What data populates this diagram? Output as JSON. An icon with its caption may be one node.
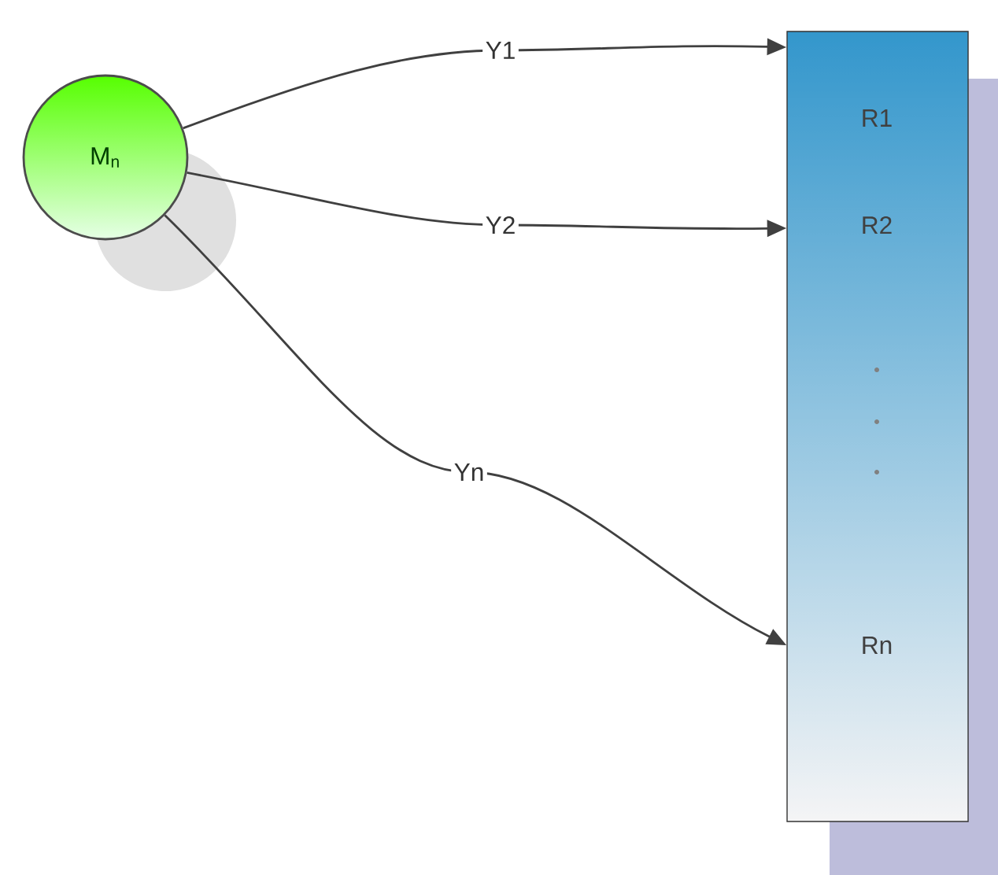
{
  "diagram": {
    "nodes": [
      {
        "text": [
          "M$_{n}$"
        ]
      },
      {
        "text": [
          "R1",
          "R2",
          "Rn"
        ]
      }
    ],
    "edges": [
      {
        "from": 0,
        "to": 1,
        "arrow": "to",
        "label": "Y1"
      },
      {
        "from": 0,
        "to": 1,
        "arrow": "to",
        "label": "Y2"
      },
      {
        "from": 0,
        "to": 1,
        "arrow": "to",
        "label": "Yn"
      }
    ]
  }
}
